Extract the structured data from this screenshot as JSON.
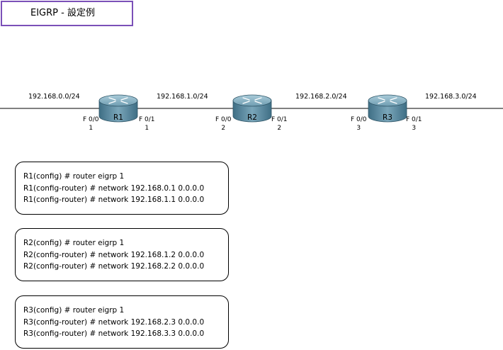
{
  "title": "EIGRP - 設定例",
  "networks": [
    "192.168.0.0/24",
    "192.168.1.0/24",
    "192.168.2.0/24",
    "192.168.3.0/24"
  ],
  "routers": [
    {
      "name": "R1",
      "if_left": "F 0/0",
      "if_left_num": "1",
      "if_right": "F 0/1",
      "if_right_num": "1"
    },
    {
      "name": "R2",
      "if_left": "F 0/0",
      "if_left_num": "2",
      "if_right": "F 0/1",
      "if_right_num": "2"
    },
    {
      "name": "R3",
      "if_left": "F 0/0",
      "if_left_num": "3",
      "if_right": "F 0/1",
      "if_right_num": "3"
    }
  ],
  "configs": [
    {
      "lines": [
        "R1(config) # router eigrp 1",
        "R1(config-router) # network 192.168.0.1 0.0.0.0",
        "R1(config-router) # network 192.168.1.1 0.0.0.0"
      ]
    },
    {
      "lines": [
        "R2(config) # router eigrp 1",
        "R2(config-router) # network 192.168.1.2 0.0.0.0",
        "R2(config-router) # network 192.168.2.2 0.0.0.0"
      ]
    },
    {
      "lines": [
        "R3(config) # router eigrp 1",
        "R3(config-router) # network 192.168.2.3 0.0.0.0",
        "R3(config-router) # network 192.168.3.3 0.0.0.0"
      ]
    }
  ],
  "colors": {
    "title_border": "#7b50b8",
    "router_body": "#5f8ea3",
    "router_top": "#8fb8c9",
    "link_line": "#000000"
  }
}
